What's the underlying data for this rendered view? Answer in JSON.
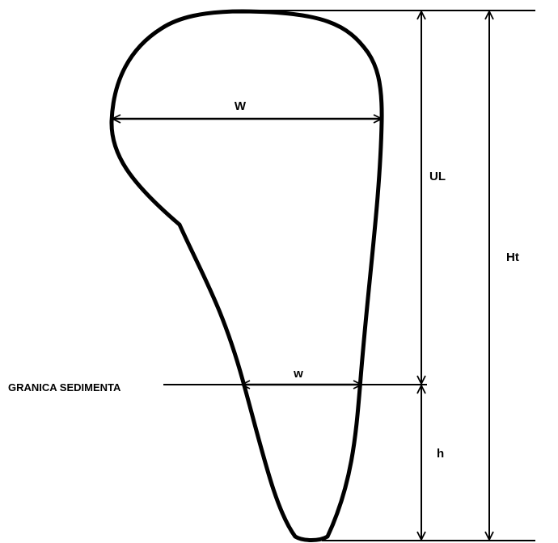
{
  "labels": {
    "width_max": "W",
    "width_at_boundary": "w",
    "upper_length": "UL",
    "total_height": "Ht",
    "lower_height": "h",
    "boundary": "GRANICA SEDIMENTA"
  },
  "colors": {
    "stroke": "#000000",
    "background": "#ffffff"
  }
}
